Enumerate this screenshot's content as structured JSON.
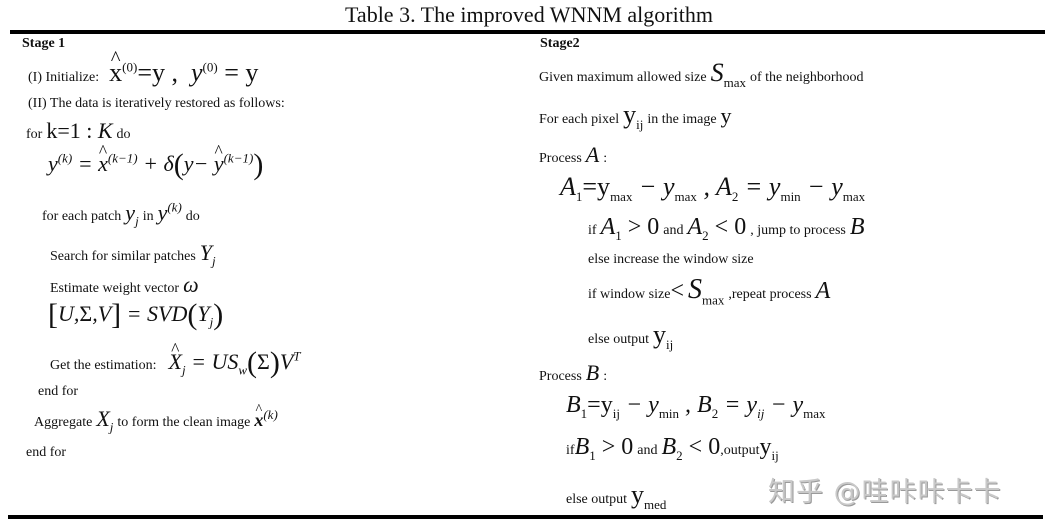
{
  "title": "Table 3. The improved WNNM algorithm",
  "stage1": {
    "header": "Stage 1",
    "step1_label": "(I) Initialize:",
    "step2_label": "(II) The data is iteratively restored as follows:",
    "for_k_prefix": "for",
    "for_k_mid": "k=1 : ",
    "for_k_var": "K",
    "for_k_suffix": "do",
    "update_formula": "y(k) = x̂(k−1) + δ( y − ŷ(k−1) )",
    "for_patch_prefix": "for each patch",
    "for_patch_in": "in",
    "for_patch_do": "do",
    "search_label": "Search for similar patches",
    "estimate_label": "Estimate weight vector",
    "omega": "ω",
    "svd_formula": "[U,Σ,V] = SVD(Yj)",
    "get_est_label": "Get the estimation:",
    "est_formula": "X̂j = USw(Σ)V^T",
    "end_for_inner": "end for",
    "aggregate_prefix": "Aggregate",
    "aggregate_mid": "to form the clean image",
    "end_for_outer": "end for"
  },
  "stage2": {
    "header": "Stage2",
    "given_prefix": "Given maximum allowed size",
    "given_suffix": "of the neighborhood",
    "for_each_prefix": "For each pixel",
    "for_each_mid": "in the image",
    "process_a_label": "Process",
    "process_a_var": "A",
    "process_a_colon": ":",
    "a_formula": "A1=ymax − ymax , A2 = ymin − ymax",
    "if_a_if": "if",
    "if_a_and": "and",
    "if_a_jump": ", jump to process",
    "if_a_target": "B",
    "else_increase": "else increase the window size",
    "if_window_prefix": "if window size",
    "if_window_suffix": ",repeat process",
    "if_window_target": "A",
    "else_output_a": "else output",
    "process_b_label": "Process",
    "process_b_var": "B",
    "process_b_colon": ":",
    "b_formula": "B1=yij − ymin , B2 = yij − ymax",
    "if_b_if": "if",
    "if_b_and": "and",
    "if_b_output": ",output",
    "else_output_b": "else output"
  },
  "watermark": "知乎 @哇咔咔卡卡"
}
